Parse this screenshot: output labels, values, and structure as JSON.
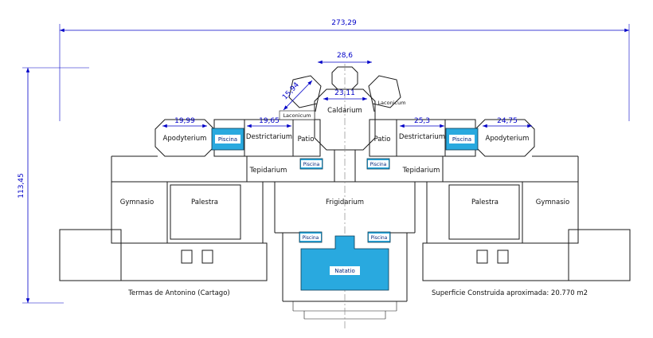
{
  "drawing": {
    "title": "Termas de Antonino (Cartago)",
    "note": "Superficie Construida aproximada: 20.770 m2",
    "colors": {
      "dimension": "#0000c8",
      "pool_fill": "#29a9df",
      "wall": "#1a1a1a"
    },
    "dimensions": {
      "overall_width": "273,29",
      "overall_height": "113,45",
      "top_outer": "28,6",
      "caldarium_width": "23,11",
      "laconicum_diagonal": "15,94",
      "apodyterium_left": "19,99",
      "destrictarium_left": "19,65",
      "destrictarium_right": "25,3",
      "apodyterium_right": "24,75"
    },
    "rooms": {
      "apodyterium": "Apodyterium",
      "piscina": "Piscina",
      "destrictarium": "Destrictarium",
      "patio": "Patio",
      "caldarium": "Caldarium",
      "laconicum": "Laconicum",
      "tepidarium": "Tepidarium",
      "frigidarium": "Frigidarium",
      "gymnasio": "Gymnasio",
      "palestra": "Palestra",
      "natatio": "Natatio"
    }
  }
}
